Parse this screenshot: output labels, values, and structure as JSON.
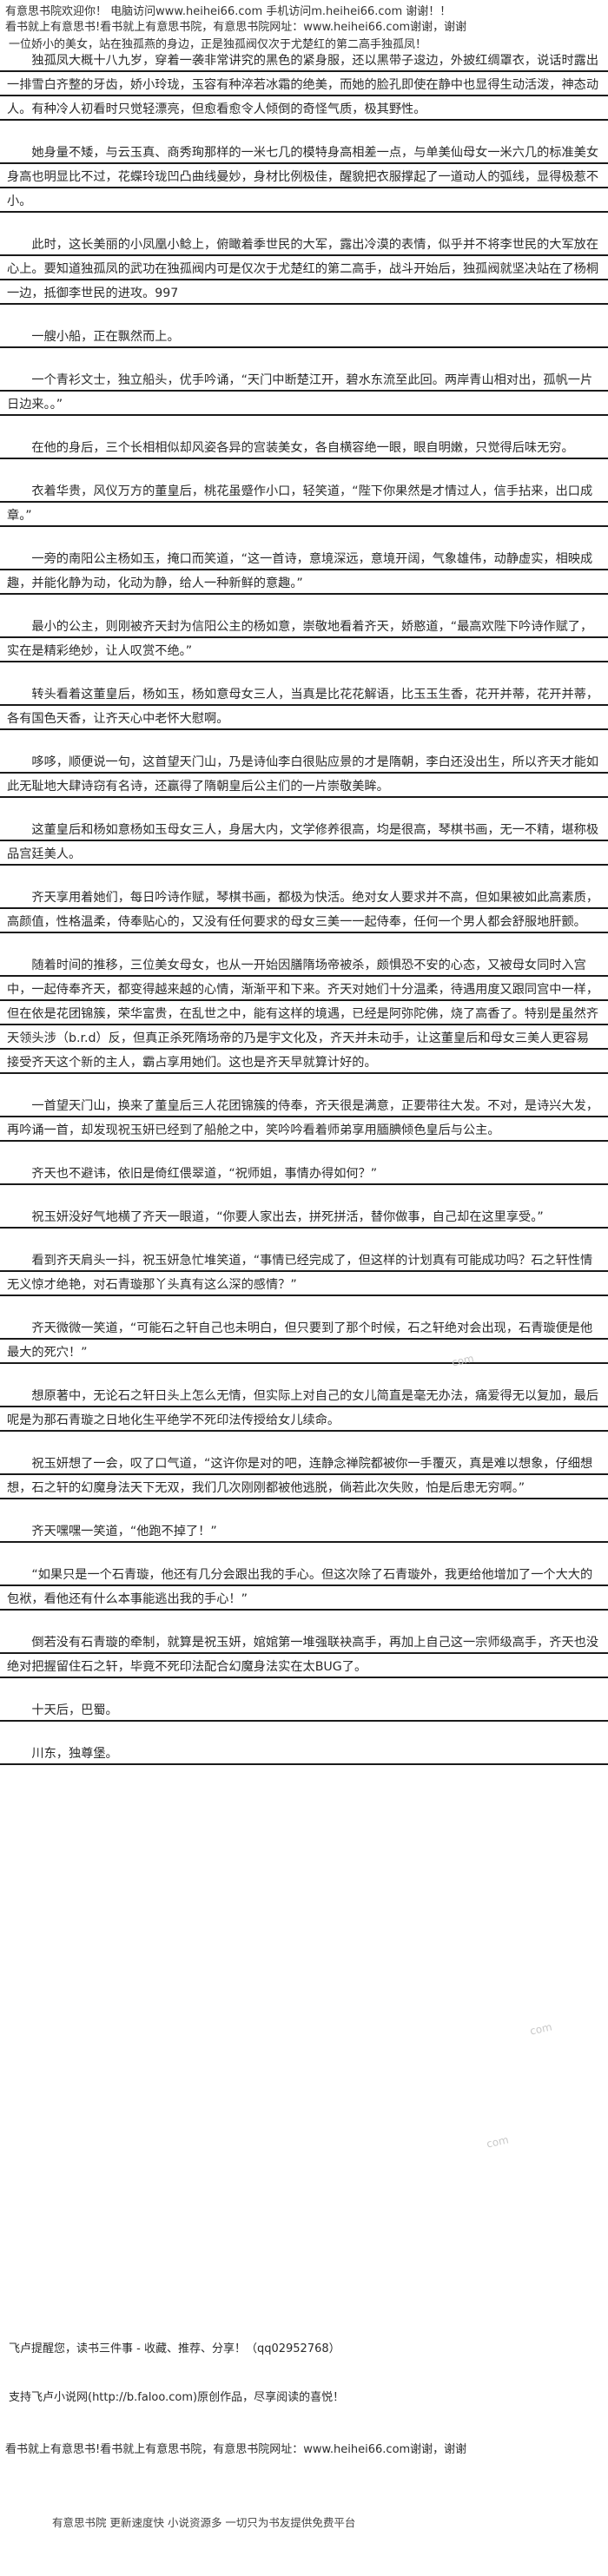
{
  "header": {
    "line1": "有意思书院欢迎你！ 电脑访问www.heihei66.com 手机访问m.heihei66.com 谢谢！！",
    "line2": "看书就上有意思书!看书就上有意思书院，有意思书院网址：www.heihei66.com谢谢，谢谢",
    "line3": "一位娇小的美女，站在独孤燕的身边，正是独孤阀仅次于尤楚红的第二高手独孤凤！"
  },
  "paragraphs": [
    "独孤凤大概十八九岁，穿着一袭非常讲究的黑色的紧身服，还以黑带子逡边，外披红绸罩衣，说话时露出一排雪白齐整的牙齿，娇小玲珑，玉容有种淬若冰霜的绝美，而她的脸孔即使在静中也显得生动活泼，神态动人。有种冷人初看时只觉轻漂亮，但愈看愈令人倾倒的奇怪气质，极其野性。",
    "她身量不矮，与云玉真、商秀珣那样的一米七几的模特身高相差一点，与单美仙母女一米六几的标准美女身高也明显比不过，花蝶玲珑凹凸曲线曼妙，身材比例极佳，醒貌把衣服撑起了一道动人的弧线，显得极惹不小。",
    "此时，这长美丽的小凤凰小鲶上，俯瞰着季世民的大军，露出冷漠的表情，似乎并不将李世民的大军放在心上。要知道独孤凤的武功在独孤阀内可是仅次于尤楚红的第二高手，战斗开始后，独孤阀就坚决站在了杨桐一边，抵御李世民的进攻。997",
    "一艘小船，正在飘然而上。",
    "一个青衫文士，独立船头，优手吟诵，“天门中断楚江开，碧水东流至此回。两岸青山相对出，孤帆一片日边来。。”",
    "在他的身后，三个长相相似却风姿各异的宫装美女，各自横容绝一眼，眼自明嫩，只觉得后味无穷。",
    "衣着华贵，风仪万方的董皇后，桃花虽蹙作小口，轻笑道，“陛下你果然是才情过人，信手拈来，出口成章。”",
    "一旁的南阳公主杨如玉，掩口而笑道，“这一首诗，意境深远，意境开阔，气象雄伟，动静虚实，相映成趣，并能化静为动，化动为静，给人一种新鲜的意趣。”",
    "最小的公主，则刚被齐天封为信阳公主的杨如意，崇敬地看着齐天，娇憨道，“最高欢陛下吟诗作赋了，实在是精彩绝妙，让人叹赏不绝。”",
    "转头看着这董皇后，杨如玉，杨如意母女三人，当真是比花花解语，比玉玉生香，花开并蒂，花开并蒂，各有国色天香，让齐天心中老怀大慰啊。",
    "哆哆，顺便说一句，这首望天门山，乃是诗仙李白很贴应景的才是隋朝，李白还没出生，所以齐天才能如此无耻地大肆诗窃有名诗，还赢得了隋朝皇后公主们的一片崇敬美眸。",
    "这董皇后和杨如意杨如玉母女三人，身居大内，文学修养很高，均是很高，琴棋书画，无一不精，堪称极品宫廷美人。",
    "齐天享用着她们，每日吟诗作赋，琴棋书画，都极为快活。绝对女人要求并不高，但如果被如此高素质，高颜值，性格温柔，侍奉贴心的，又没有任何要求的母女三美一一起侍奉，任何一个男人都会舒服地肝颤。",
    "随着时间的推移，三位美女母女，也从一开始因膳隋场帝被杀，颇惧恐不安的心态，又被母女同时入宫中，一起侍奉齐天，都变得越来越的心情，渐渐平和下来。齐天对她们十分温柔，待遇用度又跟同宫中一样，但在依是花团锦簇，荣华富贵，在乱世之中，能有这样的境遇，已经是阿弥陀佛，烧了高香了。特别是虽然齐天领头涉（b.r.d）反，但真正杀死隋场帝的乃是宇文化及，齐天并未动手，让这董皇后和母女三美人更容易接受齐天这个新的主人，霸占享用她们。这也是齐天早就算计好的。",
    "一首望天门山，换来了董皇后三人花团锦簇的侍奉，齐天很是满意，正要带往大发。不对，是诗兴大发，再吟诵一首，却发现祝玉妍已经到了船舱之中，笑吟吟看着师弟享用腼腆倾色皇后与公主。",
    "齐天也不避讳，依旧是倚红偎翠道，“祝师姐，事情办得如何？”",
    "祝玉妍没好气地横了齐天一眼道，“你要人家出去，拼死拼活，替你做事，自己却在这里享受。”",
    "看到齐天肩头一抖，祝玉妍急忙堆笑道，“事情已经完成了，但这样的计划真有可能成功吗？石之轩性情无义惊才绝艳，对石青璇那丫头真有这么深的感情？”",
    "齐天微微一笑道，“可能石之轩自己也未明白，但只要到了那个时候，石之轩绝对会出现，石青璇便是他最大的死穴！”",
    "想原著中，无论石之轩日头上怎么无情，但实际上对自己的女儿简直是毫无办法，痛爱得无以复加，最后呢是为那石青璇之日地化生平绝学不死印法传授给女儿续命。",
    "祝玉妍想了一会，叹了口气道，“这许你是对的吧，连静念禅院都被你一手覆灭，真是难以想象，仔细想想，石之轩的幻魔身法天下无双，我们几次刚刚都被他逃脱，倘若此次失败，怕是后患无穷啊。”",
    "齐天嘿嘿一笑道，“他跑不掉了！”",
    "“如果只是一个石青璇，他还有几分会跟出我的手心。但这次除了石青璇外，我更给他增加了一个大大的包袱，看他还有什么本事能逃出我的手心！”",
    "倒若没有石青璇的牵制，就算是祝玉妍，婠婠第一堆强联袂高手，再加上自己这一宗师级高手，齐天也没绝对把握留住石之轩，毕竟不死印法配合幻魔身法实在太BUG了。",
    "十天后，巴蜀。",
    "川东，独尊堡。"
  ],
  "footer": {
    "line1": "飞卢提醒您，读书三件事 - 收藏、推荐、分享！（qq02952768）",
    "line2": "支持飞卢小说网(http://b.faloo.com)原创作品，尽享阅读的喜悦！",
    "line3": "看书就上有意思书!看书就上有意思书院，有意思书院网址：www.heihei66.com谢谢，谢谢",
    "line4": "有意思书院 更新速度快 小说资源多 一切只为书友提供免费平台"
  }
}
